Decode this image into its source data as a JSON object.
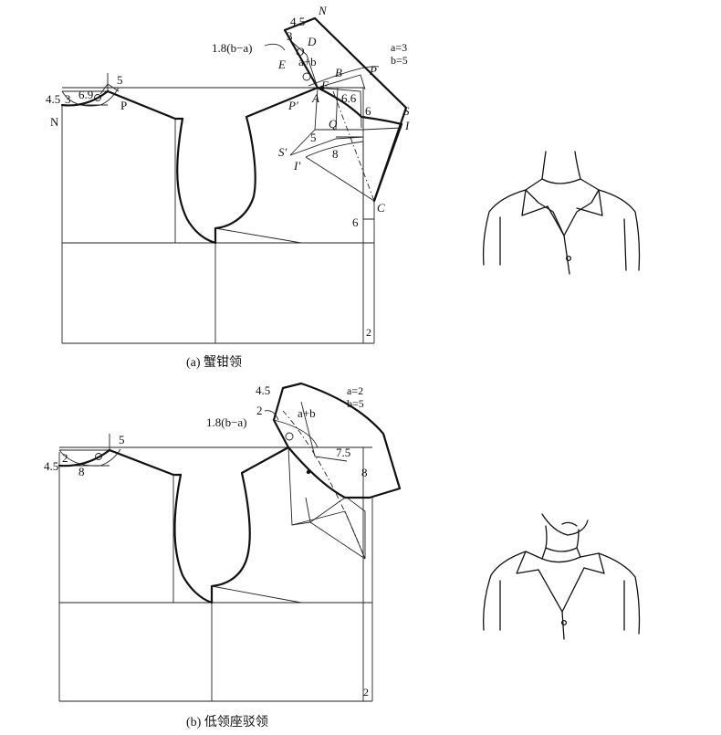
{
  "figure_a": {
    "caption": "(a) 蟹钳领",
    "params": [
      "a=3",
      "b=5"
    ],
    "labels": {
      "N_top": "N",
      "N_left": "N",
      "P_left": "P",
      "P_right": "P",
      "P_prime": "P'",
      "S": "S",
      "S_prime": "S'",
      "I": "I",
      "I_prime": "I'",
      "C": "C",
      "A": "A",
      "B": "B",
      "F": "F",
      "D": "D",
      "E": "E",
      "O": "O",
      "Q": "Q"
    },
    "measures": {
      "m45_top": "4.5",
      "m3_top": "3",
      "m18": "1.8(b−a)",
      "ab": "a+b",
      "m66": "6.6",
      "m6_collar": "6",
      "m5_mid": "5",
      "m8_mid": "8",
      "m6_side": "6",
      "m2": "2",
      "m5_back": "5",
      "m45_back": "4.5",
      "m3_back": "3",
      "m69": "6.9"
    }
  },
  "figure_b": {
    "caption": "(b) 低领座驳领",
    "params": [
      "a=2",
      "b=5"
    ],
    "measures": {
      "m45_top": "4.5",
      "m2_top": "2",
      "m18": "1.8(b−a)",
      "ab": "a+b",
      "m75": "7.5",
      "m8_collar": "8",
      "m2": "2",
      "m5_back": "5",
      "m45_back": "4.5",
      "m2_back": "2",
      "m8_back": "8"
    }
  }
}
